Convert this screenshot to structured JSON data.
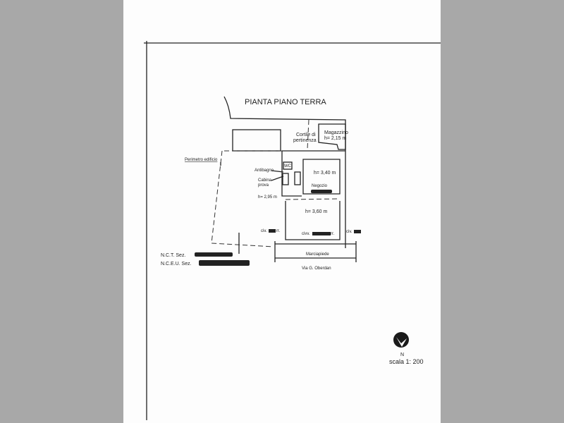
{
  "title": "PIANTA PIANO TERRA",
  "labels": {
    "cortile": [
      "Cortile di",
      "pertinenza"
    ],
    "magazzino": [
      "Magazzino",
      "h= 2,15 m"
    ],
    "perimetro": "Perimetro edificio",
    "wc": "WC",
    "antibagno": "Antibagno",
    "cabina": [
      "Cabina",
      "prova"
    ],
    "h_340": "h= 3,40 m",
    "negozio": "Negozio",
    "h_295": "h= 2,95 m",
    "h_360": "h= 3,60 m",
    "civ1": "civ.",
    "civ1_suffix": "rr.",
    "civ2": "civv.",
    "civ2_suffix": "rr.",
    "civ3": "civ.",
    "marciapiede": "Marciapiede",
    "via": "Via G. Oberdan",
    "nct": "N.C.T. Sez.",
    "nceu": "N.C.E.U. Sez."
  },
  "north": {
    "label": "N",
    "scale": "scala 1: 200"
  }
}
